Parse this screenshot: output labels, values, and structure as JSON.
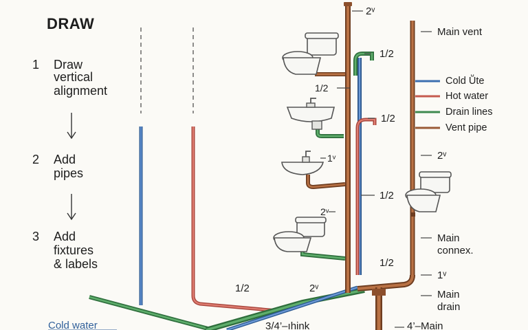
{
  "title": "DRAW",
  "steps": [
    {
      "num": "1",
      "lines": [
        "Draw",
        "vertical",
        "alignment"
      ]
    },
    {
      "num": "2",
      "lines": [
        "Add",
        "pipes"
      ]
    },
    {
      "num": "3",
      "lines": [
        "Add",
        "fixtures",
        "& labels"
      ]
    }
  ],
  "legend": [
    {
      "label": "Cold Ṻte",
      "color": "#3b6fb0"
    },
    {
      "label": "Hot water",
      "color": "#c55a4f"
    },
    {
      "label": "Drain lines",
      "color": "#3e8a4e"
    },
    {
      "label": "Vent pipe",
      "color": "#9a5a36"
    }
  ],
  "labels": {
    "top_2v": "2ᵛ",
    "main_vent": "Main vent",
    "half_a": "1/2",
    "half_b": "1/2",
    "half_c": "1/2",
    "one_v": "1ᵛ",
    "two_v_right": "2ᵛ",
    "two_v_mid": "2ᵛ",
    "half_d": "1/2",
    "main_connex_1": "Main",
    "main_connex_2": "connex.",
    "half_e": "1/2",
    "one_v_right": "1ᵛ",
    "main_drain_1": "Main",
    "main_drain_2": "drain",
    "half_bottom": "1/2",
    "two_v_bottom": "2ᵛ",
    "cold_water": "Cold water",
    "three_quarter_sink": "3/4’–ıhink",
    "four_main": "4’–Main"
  },
  "colors": {
    "cold": "#3b6fb0",
    "hot": "#c55a4f",
    "drain": "#3e8a4e",
    "vent": "#9a5a36",
    "background": "#fbfaf6"
  }
}
